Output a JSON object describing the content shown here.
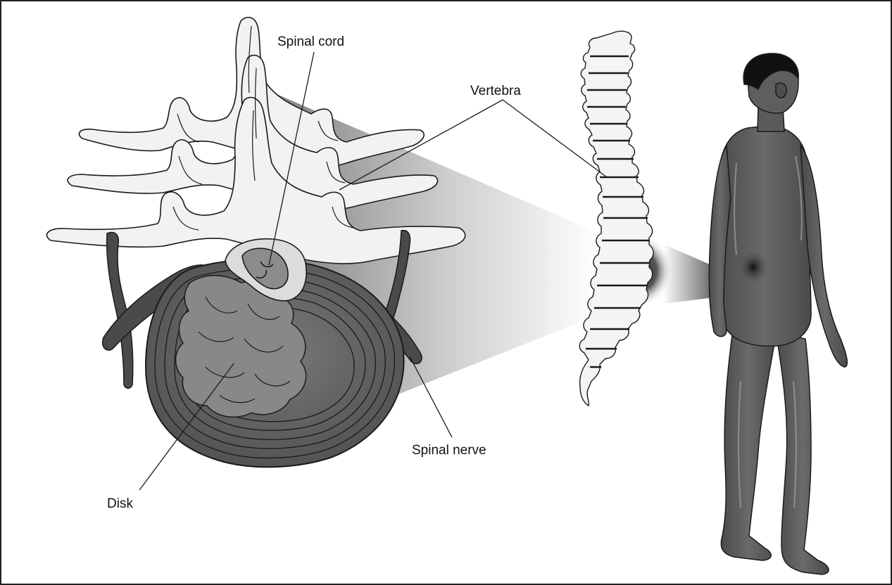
{
  "labels": {
    "spinal_cord": "Spinal cord",
    "vertebra": "Vertebra",
    "spinal_nerve": "Spinal nerve",
    "disk": "Disk"
  },
  "colors": {
    "bone": "#f2f2f2",
    "bone_shade": "#c8c8c8",
    "disk": "#6a6a6a",
    "disk_core": "#8a8a8a",
    "nerve": "#4a4a4a",
    "body": "#5a5a5a",
    "hair": "#111111",
    "outline": "#1a1a1a",
    "beam": "#9a9a9a"
  }
}
